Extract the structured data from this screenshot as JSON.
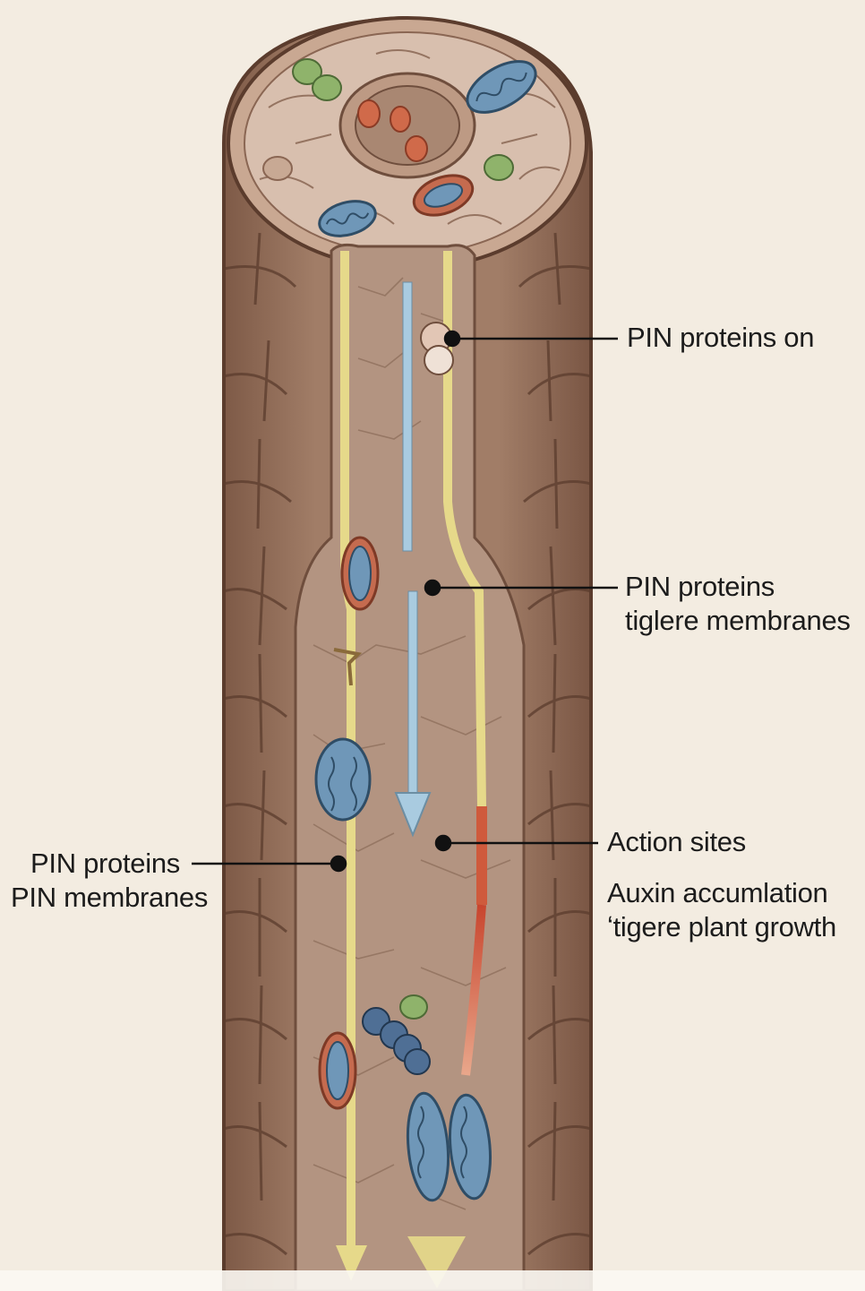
{
  "labels": {
    "pin_on": "PIN proteins on",
    "pin_tiglere_line1": "PIN proteins",
    "pin_tiglere_line2": "tiglere membranes",
    "action_sites": "Action sites",
    "auxin_line1": "Auxin accumlation",
    "auxin_line2": "ʻtigere plant growth",
    "pin_left_line1": "PIN proteins",
    "pin_left_line2": "PIN membranes"
  },
  "colors": {
    "background": "#f3ece1",
    "stem_outer": "#9c7660",
    "stem_cell_edge": "#5b3c2d",
    "core": "#b39481",
    "yellow_channel": "#e6d98a",
    "blue_arrow": "#a9cbe0",
    "red_channel": "#cf5a3c",
    "mitochondria_blue": "#6f97b8",
    "chloroplast_green": "#8fb36b",
    "organelle_red": "#cf6a4a"
  }
}
